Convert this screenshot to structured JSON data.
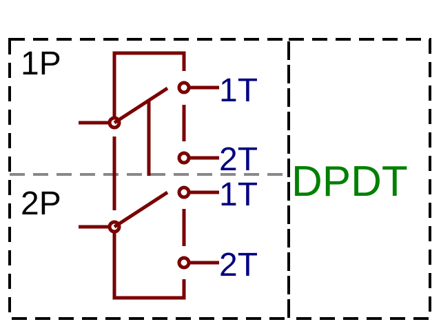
{
  "diagram": {
    "title": "DPDT",
    "poles": [
      {
        "label": "1P",
        "terminals": [
          "1T",
          "2T"
        ]
      },
      {
        "label": "2P",
        "terminals": [
          "1T",
          "2T"
        ]
      }
    ]
  },
  "colors": {
    "wire": "#7a0000",
    "terminal_text": "#000080",
    "title_text": "#008000",
    "pole_text": "#000000",
    "box_border": "#000000",
    "divider": "#888888",
    "background": "#ffffff"
  }
}
